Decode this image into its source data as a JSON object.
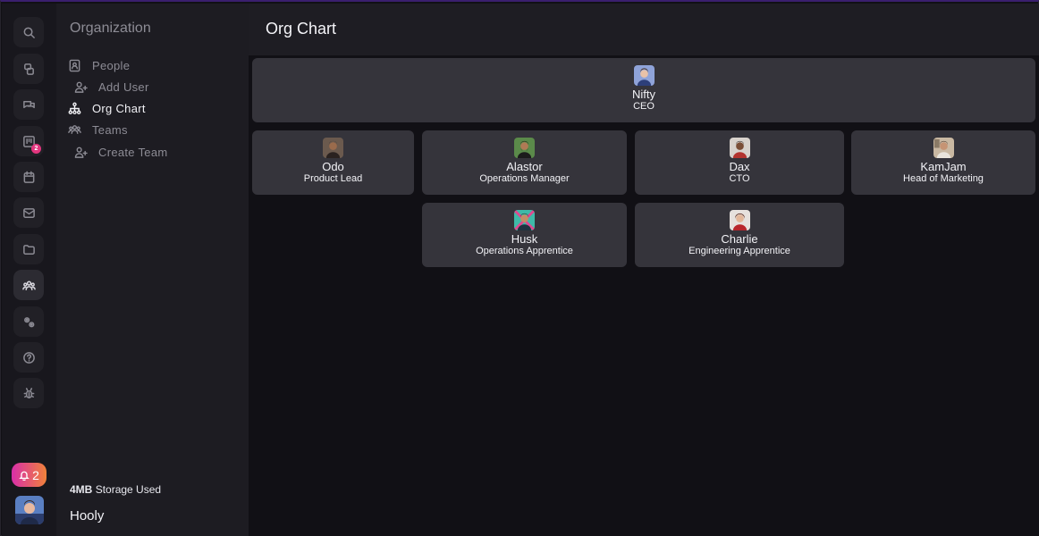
{
  "sidebar": {
    "title": "Organization",
    "items": [
      {
        "label": "People",
        "icon": "people-card-icon"
      },
      {
        "label": "Add User",
        "icon": "add-user-icon"
      },
      {
        "label": "Org Chart",
        "icon": "org-chart-icon"
      },
      {
        "label": "Teams",
        "icon": "teams-icon"
      },
      {
        "label": "Create Team",
        "icon": "add-user-icon"
      }
    ],
    "storage_amount": "4MB",
    "storage_label": "Storage Used",
    "workspace_name": "Hooly"
  },
  "rail": {
    "calendar_badge": "2",
    "notifications_count": "2"
  },
  "header": {
    "title": "Org Chart"
  },
  "org": {
    "ceo": {
      "name": "Nifty",
      "role": "CEO"
    },
    "level2": [
      {
        "name": "Odo",
        "role": "Product Lead"
      },
      {
        "name": "Alastor",
        "role": "Operations Manager"
      },
      {
        "name": "Dax",
        "role": "CTO"
      },
      {
        "name": "KamJam",
        "role": "Head of Marketing"
      }
    ],
    "level3": [
      {
        "name": "Husk",
        "role": "Operations Apprentice"
      },
      {
        "name": "Charlie",
        "role": "Engineering Apprentice"
      }
    ]
  },
  "colors": {
    "accent_gradient_start": "#d92fa9",
    "accent_gradient_end": "#f0823a",
    "badge": "#e2357e",
    "card": "#35343b"
  }
}
